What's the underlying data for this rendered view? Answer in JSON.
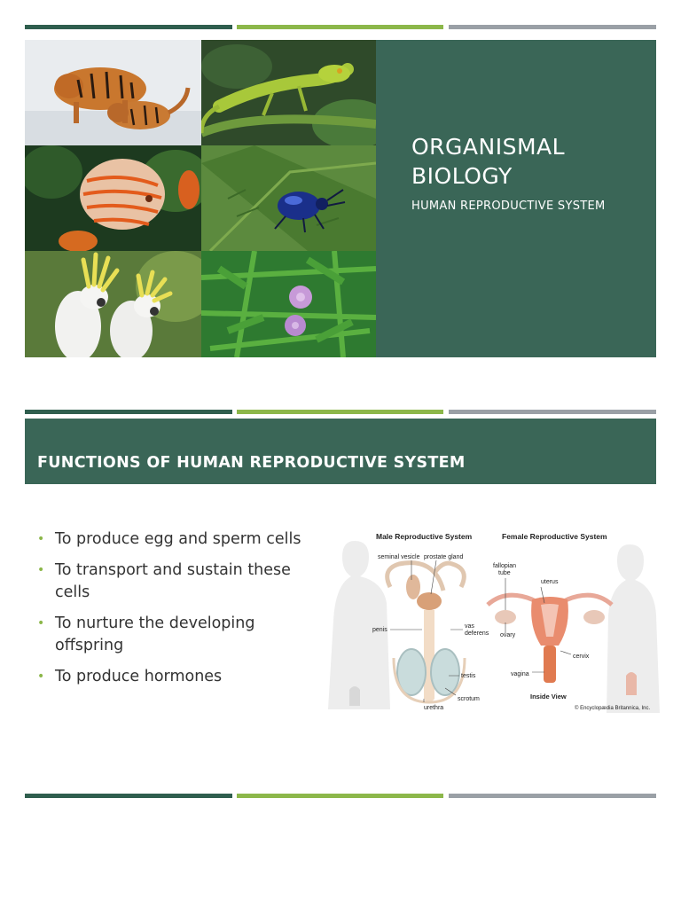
{
  "slide1": {
    "title": "ORGANISMAL BIOLOGY",
    "subtitle": "HUMAN REPRODUCTIVE SYSTEM"
  },
  "slide2": {
    "title": "FUNCTIONS OF HUMAN REPRODUCTIVE SYSTEM",
    "bullets": [
      "To produce egg and sperm cells",
      "To transport and sustain these cells",
      "To nurture the developing offspring",
      "To produce hormones"
    ],
    "diagram": {
      "male_heading": "Male Reproductive System",
      "female_heading": "Female Reproductive System",
      "male_labels": [
        "seminal vesicle",
        "prostate gland",
        "penis",
        "vas",
        "deferens",
        "testis",
        "urethra",
        "scrotum"
      ],
      "female_labels": [
        "fallopian",
        "tube",
        "uterus",
        "ovary",
        "cervix",
        "vagina"
      ],
      "inside_view": "Inside View",
      "credit": "© Encyclopædia Britannica, Inc."
    }
  },
  "colors": {
    "panel": "#3a6657",
    "bar_dark": "#2f5e4e",
    "bar_green": "#8cb74a",
    "bar_gray": "#9aa0a6",
    "bullet": "#8cb74a"
  }
}
